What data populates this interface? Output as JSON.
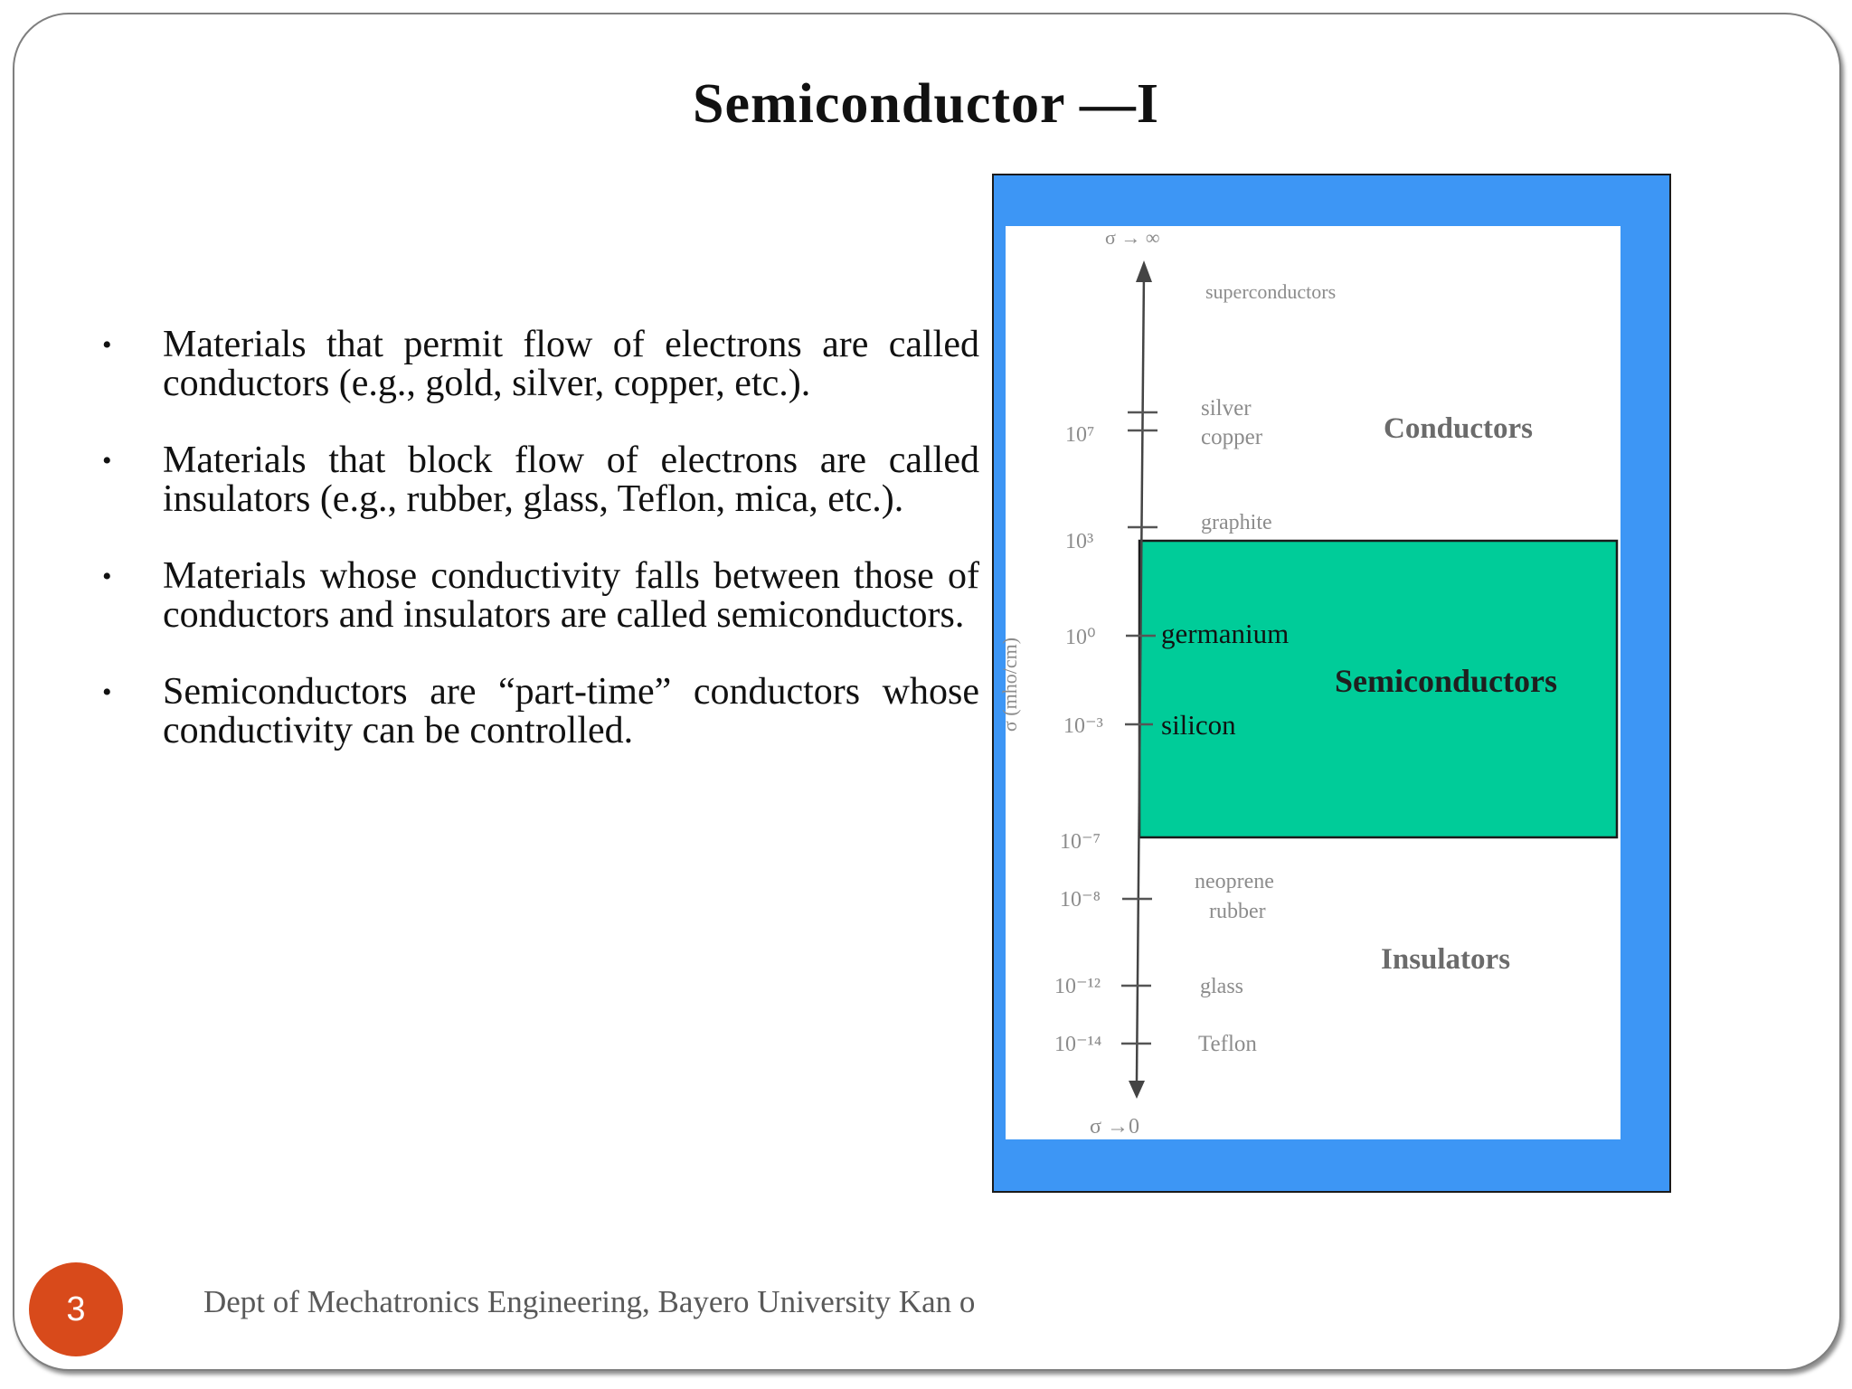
{
  "slide": {
    "title": "Semiconductor —I",
    "bullets": [
      "Materials that permit flow of electrons are called conductors (e.g., gold, silver, copper, etc.).",
      "Materials that block flow of electrons are called insulators (e.g., rubber, glass, Teflon, mica, etc.).",
      "Materials whose conductivity falls between those of conductors and insulators are called semiconductors.",
      "Semiconductors are “part-time” conductors whose conductivity can be controlled."
    ],
    "bullet_symbol": "•",
    "page_number": "3",
    "footer": "Dept of Mechatronics Engineering, Bayero University Kan o"
  },
  "diagram": {
    "top_label": "σ → ∞",
    "bottom_label": "σ →0",
    "axis_label": "σ (mho/cm)",
    "ticks": [
      "10⁷",
      "10³",
      "10⁰",
      "10⁻³",
      "10⁻⁷",
      "10⁻⁸",
      "10⁻¹²",
      "10⁻¹⁴"
    ],
    "materials": [
      "superconductors",
      "silver",
      "copper",
      "graphite",
      "germanium",
      "silicon",
      "neoprene",
      "rubber",
      "glass",
      "Teflon"
    ],
    "regions": [
      "Conductors",
      "Semiconductors",
      "Insulators"
    ],
    "colors": {
      "frame": "#3d96f5",
      "semiconductor_band": "#00cc99",
      "faint_text": "#8c8c8c",
      "dark_text": "#333333"
    }
  }
}
